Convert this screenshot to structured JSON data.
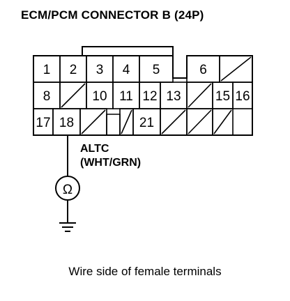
{
  "title": "ECM/PCM CONNECTOR B (24P)",
  "caption": "Wire side of female terminals",
  "wire": {
    "signal": "ALTC",
    "color_code": "(WHT/GRN)",
    "terminal": "18"
  },
  "meter_symbol": "Ω",
  "connector": {
    "rows": [
      [
        "1",
        "2",
        "3",
        "4",
        "5",
        "notch",
        "6",
        "blank"
      ],
      [
        "8",
        "blank",
        "10",
        "11",
        "12",
        "13",
        "blank",
        "15",
        "16"
      ],
      [
        "17",
        "18",
        "blank",
        "notch",
        "blank",
        "21",
        "blank",
        "blank",
        "blank"
      ]
    ]
  },
  "colors": {
    "line": "#000000",
    "background": "#ffffff"
  }
}
